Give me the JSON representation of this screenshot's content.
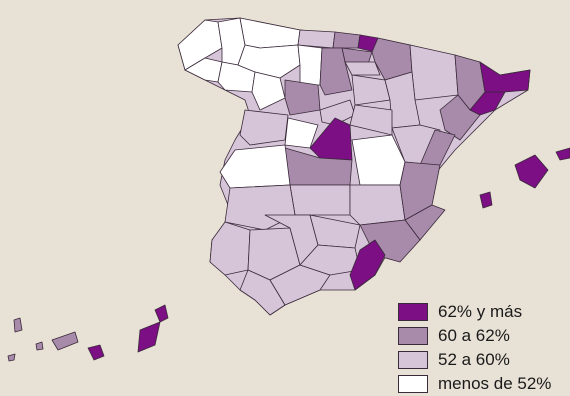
{
  "colors": {
    "background": "#e8e1d6",
    "cat1": "#7b0f83",
    "cat2": "#a88aab",
    "cat3": "#d6c5d8",
    "cat4": "#ffffff",
    "stroke": "#3a2a3a"
  },
  "legend": {
    "items": [
      {
        "label": "62% y más",
        "color": "#7b0f83"
      },
      {
        "label": "60 a 62%",
        "color": "#a88aab"
      },
      {
        "label": "52 a 60%",
        "color": "#d6c5d8"
      },
      {
        "label": "menos de 52%",
        "color": "#ffffff"
      }
    ]
  }
}
